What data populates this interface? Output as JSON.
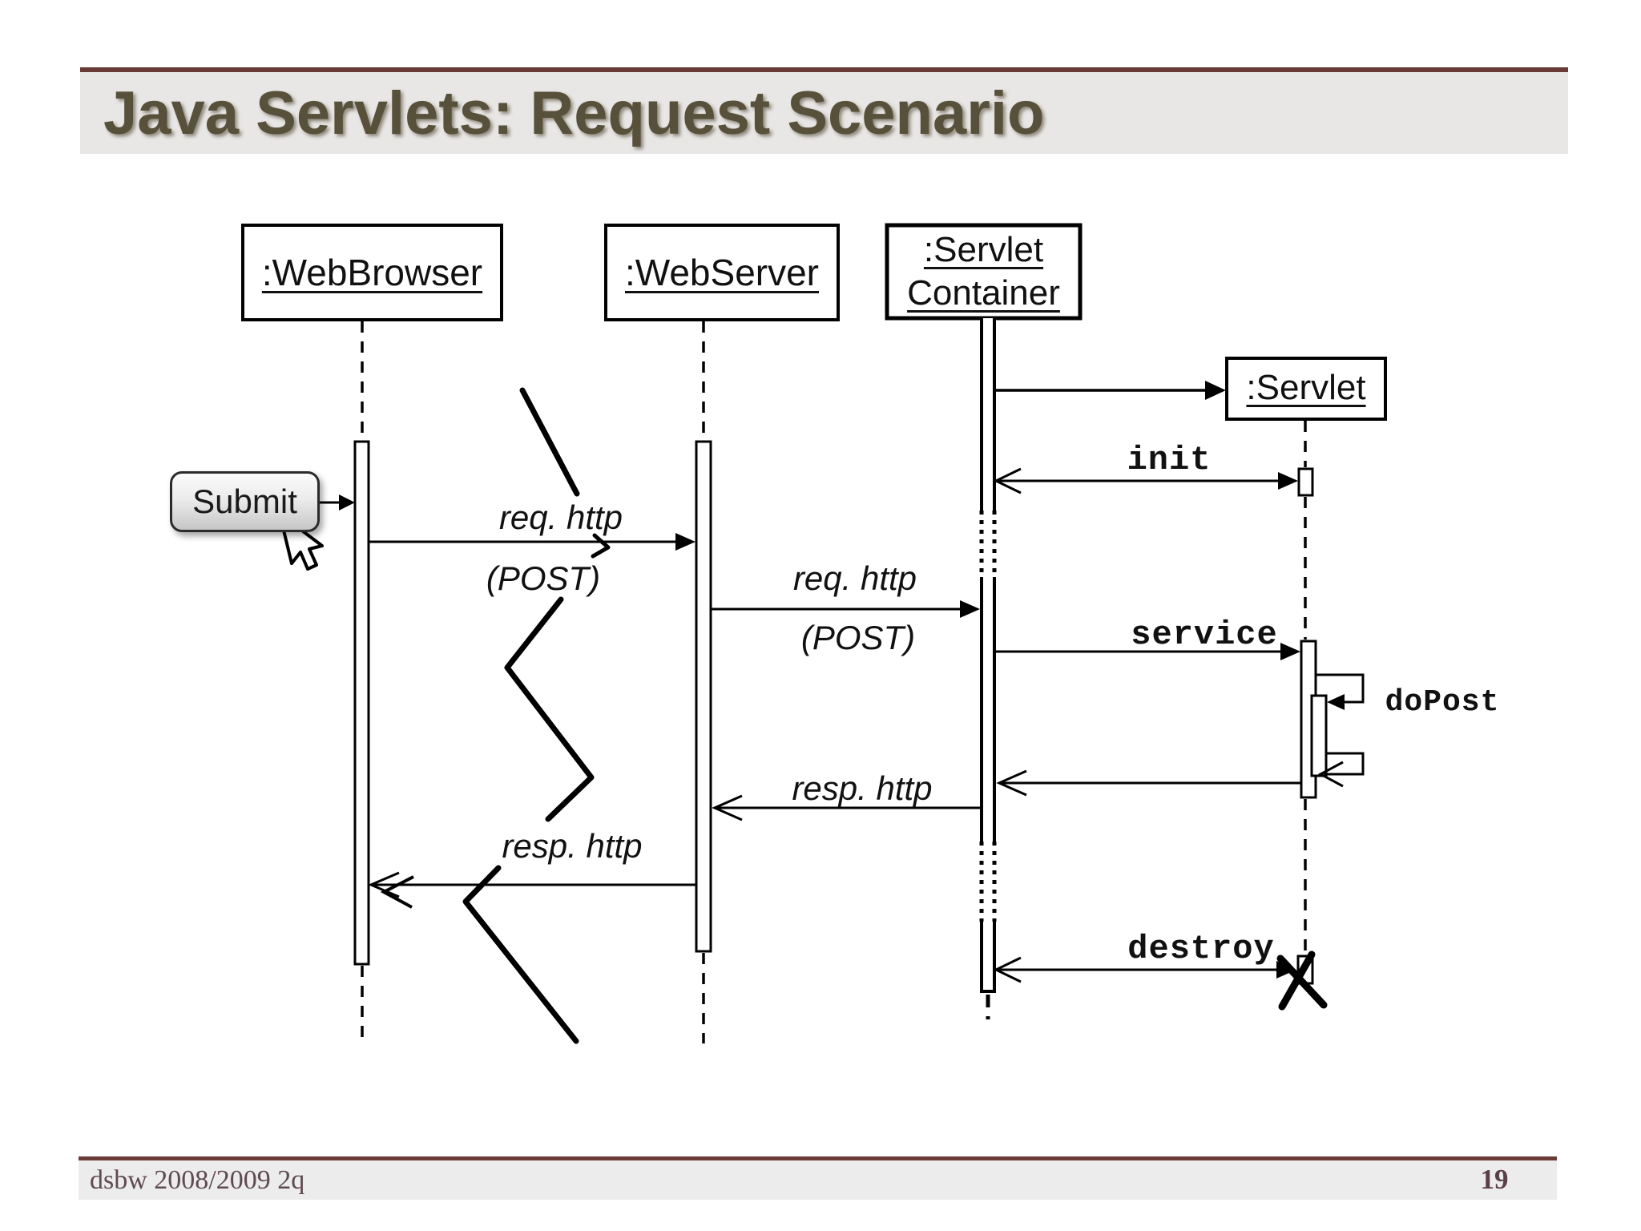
{
  "title": {
    "text": "Java Servlets: Request Scenario"
  },
  "diagram": {
    "lifelines": {
      "web_browser": ":WebBrowser",
      "web_server": ":WebServer",
      "servlet_container": ":Servlet\nContainer",
      "servlet": ":Servlet"
    },
    "button": {
      "label": "Submit"
    },
    "messages": {
      "req_http_1": "req. http",
      "post_1": "(POST)",
      "req_http_2": "req. http",
      "post_2": "(POST)",
      "resp_http_to_browser": "resp. http",
      "resp_http_to_server": "resp. http",
      "init": "init",
      "service": "service",
      "do_post": "doPost",
      "destroy": "destroy"
    },
    "icons": [
      "mouse-cursor-icon",
      "destroy-x-icon"
    ]
  },
  "footer": {
    "left_text": "dsbw  2008/2009 2q",
    "page_number": "19"
  },
  "theme": {
    "accent_rule_color": "#6a3b36",
    "band_background": "#e9e7e5",
    "title_text_color": "#57503a",
    "footer_text_color": "#5e4a52",
    "diagram_stroke_color": "#000000",
    "button_gradient_top": "#fbfbfb",
    "button_gradient_bottom": "#c6c6c6"
  }
}
